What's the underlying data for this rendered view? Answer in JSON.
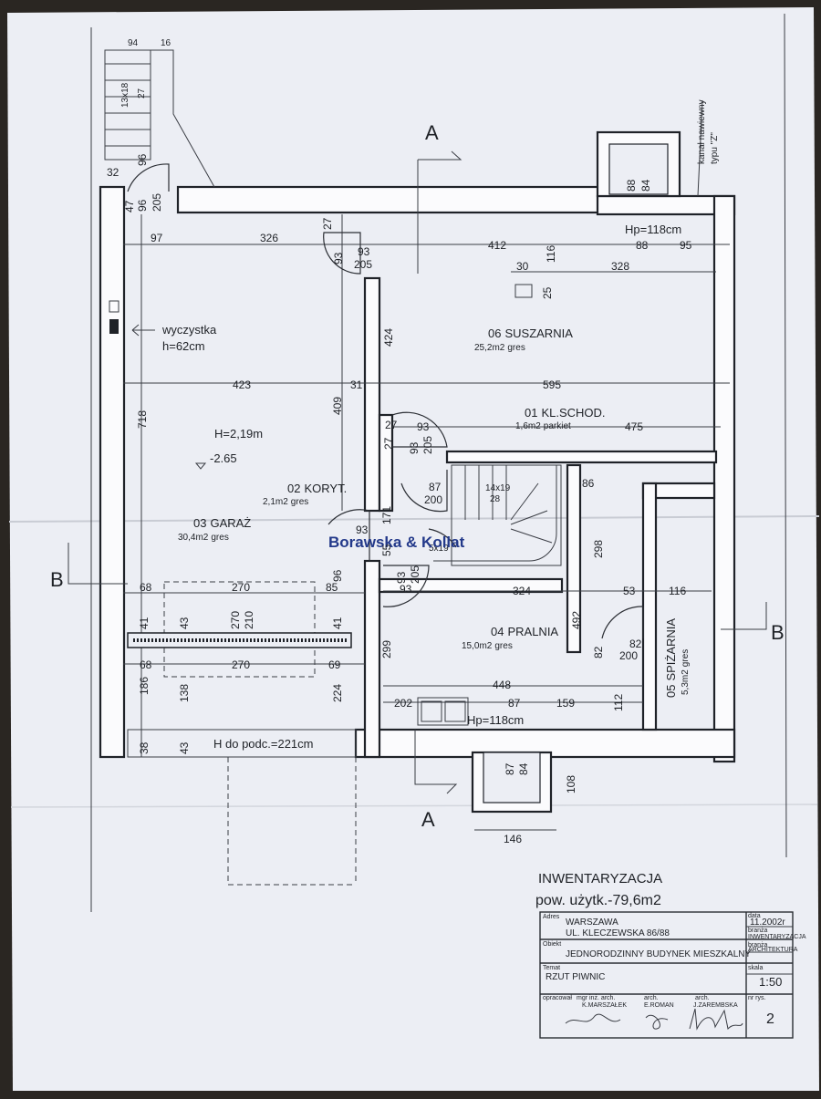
{
  "drawing": {
    "section_marks": {
      "a_top": "A",
      "a_bottom": "A",
      "b_left": "B",
      "b_right": "B"
    },
    "stairs_top": {
      "w": "94",
      "w2": "16",
      "steps": "13x18",
      "run": "27"
    },
    "canal": {
      "line1": "kanał nawiewny",
      "line2": "typu \"Z\""
    },
    "cleanout": {
      "label": "wyczystka",
      "height": "h=62cm"
    },
    "rooms": {
      "r06": {
        "num": "06",
        "name": "SUSZARNIA",
        "area": "25,2m2",
        "floor": "gres"
      },
      "r01": {
        "num": "01",
        "name": "KL.SCHOD.",
        "area": "1,6m2",
        "floor": "parkiet"
      },
      "r02": {
        "num": "02",
        "name": "KORYT.",
        "area": "2,1m2",
        "floor": "gres"
      },
      "r03": {
        "num": "03",
        "name": "GARAŻ",
        "area": "30,4m2",
        "floor": "gres"
      },
      "r04": {
        "num": "04",
        "name": "PRALNIA",
        "area": "15,0m2",
        "floor": "gres"
      },
      "r05": {
        "num": "05",
        "name": "SPIŻARNIA",
        "area": "5,3m2",
        "floor": "gres"
      }
    },
    "garage_height": "H=2,19m",
    "level": "-2.65",
    "pit_height": "H do podc.=221cm",
    "hp_top": "Hp=118cm",
    "hp_bottom": "Hp=118cm",
    "stair_main": {
      "steps": "14x19",
      "run": "28"
    },
    "stair_inner": "5x19",
    "watermark": "Borawska & Kollat",
    "dims": {
      "d32": "32",
      "d96a": "96",
      "d96b": "96",
      "d205a": "205",
      "d47": "47",
      "d97": "97",
      "d326": "326",
      "d27a": "27",
      "d93a": "93",
      "d205b": "205",
      "d93b": "93",
      "d412": "412",
      "d116a": "116",
      "d88a": "88",
      "d95": "95",
      "d30": "30",
      "d328": "328",
      "d25": "25",
      "d8884a": "88",
      "d8884b": "84",
      "d718": "718",
      "d423": "423",
      "d31": "31",
      "d409": "409",
      "d424": "424",
      "d595": "595",
      "d27b": "27",
      "d27c": "27",
      "d93c": "93",
      "d93d": "93",
      "d205c": "205",
      "d475": "475",
      "d87a": "87",
      "d200a": "200",
      "d86": "86",
      "d171": "171",
      "d93e": "93",
      "d96c": "96",
      "d55": "55",
      "d93f": "93",
      "d93g": "93",
      "d205d": "205",
      "d298": "298",
      "d68a": "68",
      "d270a": "270",
      "d85": "85",
      "d324": "324",
      "d53": "53",
      "d116b": "116",
      "d41a": "41",
      "d43a": "43",
      "d270b": "270",
      "d210": "210",
      "d41b": "41",
      "d492": "492",
      "d68b": "68",
      "d270c": "270",
      "d69": "69",
      "d299": "299",
      "d82a": "82",
      "d82b": "82",
      "d200b": "200",
      "d186": "186",
      "d138": "138",
      "d224": "224",
      "d448": "448",
      "d202": "202",
      "d87b": "87",
      "d159": "159",
      "d112": "112",
      "d38": "38",
      "d43b": "43",
      "d8784a": "87",
      "d8784b": "84",
      "d108": "108",
      "d146": "146"
    }
  },
  "summary": {
    "title": "INWENTARYZACJA",
    "area": "pow. użytk.-79,6m2"
  },
  "titleblock": {
    "adres_label": "Adres",
    "city": "WARSZAWA",
    "street": "UL. KLECZEWSKA 86/88",
    "data_label": "data",
    "date": "11.2002r",
    "branza_label": "branża",
    "branza_value": "INWENTARYZACJA",
    "obiekt_label": "Obiekt",
    "object": "JEDNORODZINNY BUDYNEK MIESZKALNY",
    "branza2_label": "branża",
    "branza2_value": "ARCHITEKTURA",
    "temat_label": "Temat",
    "topic": "RZUT PIWNIC",
    "skala_label": "skala",
    "scale": "1:50",
    "oprac_label": "opracował",
    "author1_title": "mgr inż. arch.",
    "author1": "K.MARSZAŁEK",
    "author2_title": "arch.",
    "author2": "E.ROMAN",
    "author3_title": "arch.",
    "author3": "J.ZAREMBSKA",
    "nr_label": "nr rys.",
    "sheet_no": "2"
  }
}
